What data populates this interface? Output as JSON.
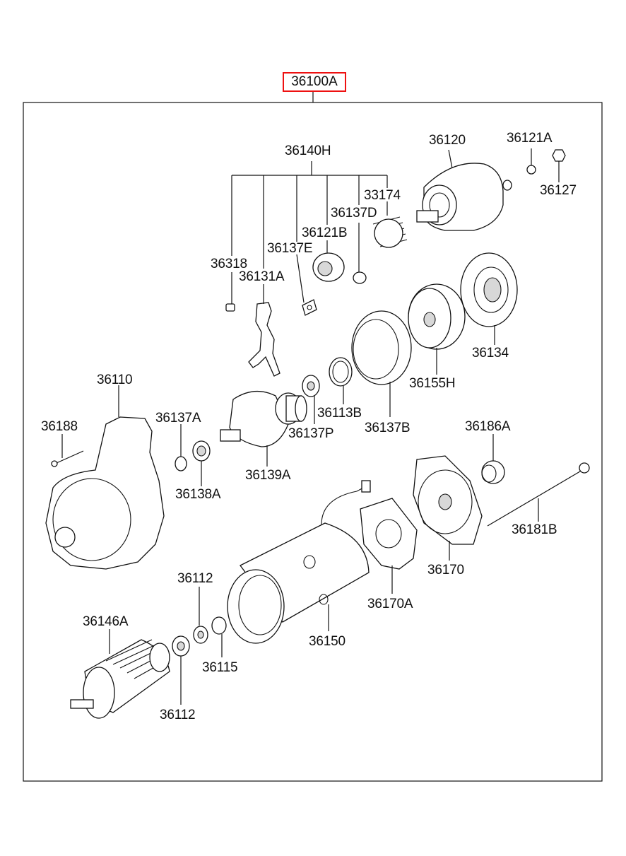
{
  "assembly": {
    "main_label": "36100A",
    "accent_color": "#ee1111",
    "parts": [
      {
        "id": "p36140H",
        "label": "36140H"
      },
      {
        "id": "p36120",
        "label": "36120"
      },
      {
        "id": "p36121A",
        "label": "36121A"
      },
      {
        "id": "p36127",
        "label": "36127"
      },
      {
        "id": "p33174",
        "label": "33174"
      },
      {
        "id": "p36137D",
        "label": "36137D"
      },
      {
        "id": "p36121B",
        "label": "36121B"
      },
      {
        "id": "p36137E",
        "label": "36137E"
      },
      {
        "id": "p36318",
        "label": "36318"
      },
      {
        "id": "p36131A",
        "label": "36131A"
      },
      {
        "id": "p36134",
        "label": "36134"
      },
      {
        "id": "p36155H",
        "label": "36155H"
      },
      {
        "id": "p36110",
        "label": "36110"
      },
      {
        "id": "p36113B",
        "label": "36113B"
      },
      {
        "id": "p36137B",
        "label": "36137B"
      },
      {
        "id": "p36137P",
        "label": "36137P"
      },
      {
        "id": "p36188",
        "label": "36188"
      },
      {
        "id": "p36137A",
        "label": "36137A"
      },
      {
        "id": "p36186A",
        "label": "36186A"
      },
      {
        "id": "p36138A",
        "label": "36138A"
      },
      {
        "id": "p36139A",
        "label": "36139A"
      },
      {
        "id": "p36181B",
        "label": "36181B"
      },
      {
        "id": "p36170",
        "label": "36170"
      },
      {
        "id": "p36112a",
        "label": "36112"
      },
      {
        "id": "p36170A",
        "label": "36170A"
      },
      {
        "id": "p36146A",
        "label": "36146A"
      },
      {
        "id": "p36150",
        "label": "36150"
      },
      {
        "id": "p36115",
        "label": "36115"
      },
      {
        "id": "p36112b",
        "label": "36112"
      }
    ]
  }
}
